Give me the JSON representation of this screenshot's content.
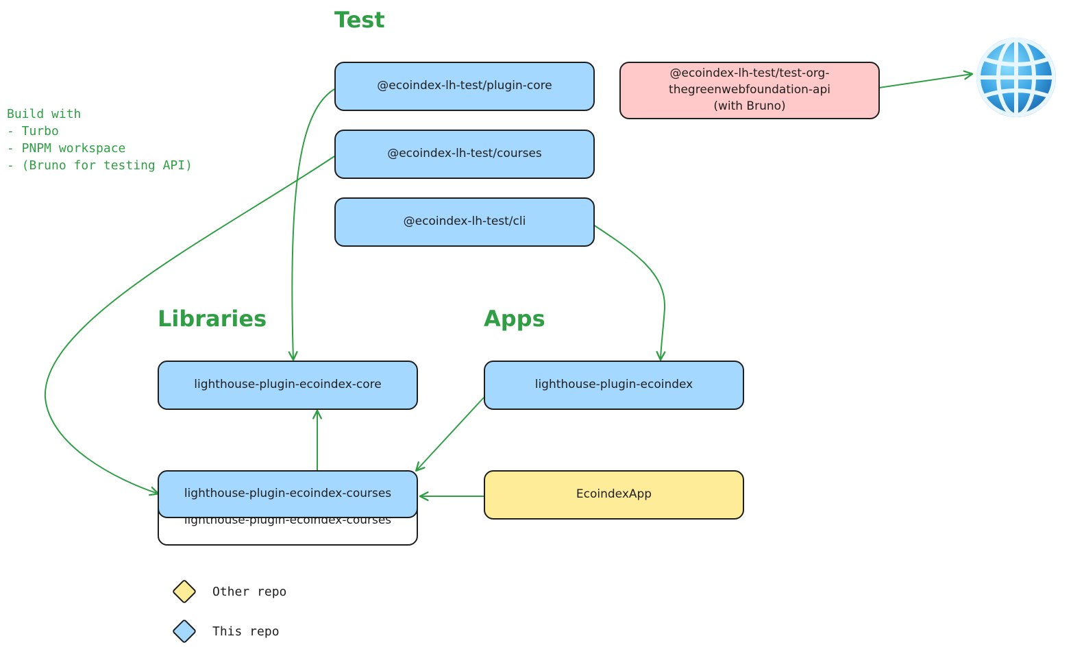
{
  "headings": {
    "test": "Test",
    "libraries": "Libraries",
    "apps": "Apps"
  },
  "build_note": {
    "lines": [
      "Build with",
      "- Turbo",
      "- PNPM workspace",
      "- (Bruno for testing API)"
    ]
  },
  "nodes": {
    "plugin_core_test": "@ecoindex-lh-test/plugin-core",
    "courses_test": "@ecoindex-lh-test/courses",
    "cli_test": "@ecoindex-lh-test/cli",
    "green_api_test": {
      "line1": "@ecoindex-lh-test/test-org-",
      "line2": "thegreenwebfoundation-api",
      "line3": "(with Bruno)"
    },
    "ecoindex_core_lib": "lighthouse-plugin-ecoindex-core",
    "ecoindex_app": "lighthouse-plugin-ecoindex",
    "ecoindex_courses_lib": "lighthouse-plugin-ecoindex-courses",
    "ecoindex_courses_lib_copy": "lighthouse-plugin-ecoindex-courses",
    "ecoindex_other_app": "EcoindexApp"
  },
  "legend": {
    "other_repo": "Other repo",
    "this_repo": "This repo"
  },
  "colors": {
    "this_repo": "#a5d8ff",
    "other_repo": "#ffec99",
    "external_test": "#ffc9c9",
    "accent_green": "#2f9e44",
    "stroke": "#1e1e1e"
  },
  "icons": {
    "internet": "globe-icon"
  }
}
